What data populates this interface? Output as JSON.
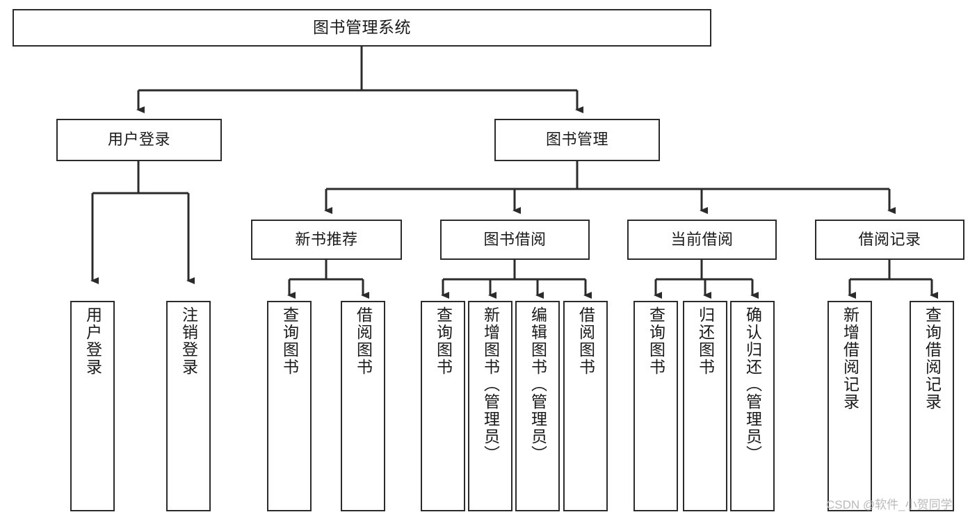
{
  "diagram": {
    "title": "图书管理系统",
    "type": "hierarchy-tree",
    "colors": {
      "background": "#ffffff",
      "node_border": "#2b2b2b",
      "node_fill": "#ffffff",
      "text": "#1a1a1a",
      "connector": "#2b2b2b",
      "watermark": "#b9b9b9"
    },
    "nodes": {
      "root": {
        "label": "图书管理系统"
      },
      "level2": [
        {
          "id": "user-login",
          "label": "用户登录"
        },
        {
          "id": "book-management",
          "label": "图书管理"
        }
      ],
      "level3": [
        {
          "id": "new-book-recommend",
          "label": "新书推荐"
        },
        {
          "id": "book-borrow",
          "label": "图书借阅"
        },
        {
          "id": "current-borrow",
          "label": "当前借阅"
        },
        {
          "id": "borrow-record",
          "label": "借阅记录"
        }
      ],
      "leaves": {
        "user-login": [
          {
            "id": "leaf-user-login",
            "label": "用户登录"
          },
          {
            "id": "leaf-user-logout",
            "label": "注销登录"
          }
        ],
        "new-book-recommend": [
          {
            "id": "leaf-query-book-1",
            "label": "查询图书"
          },
          {
            "id": "leaf-borrow-book-1",
            "label": "借阅图书"
          }
        ],
        "book-borrow": [
          {
            "id": "leaf-query-book-2",
            "label": "查询图书"
          },
          {
            "id": "leaf-add-book-admin",
            "label": "新增图书（管理员）"
          },
          {
            "id": "leaf-edit-book-admin",
            "label": "编辑图书（管理员）"
          },
          {
            "id": "leaf-borrow-book-2",
            "label": "借阅图书"
          }
        ],
        "current-borrow": [
          {
            "id": "leaf-query-book-3",
            "label": "查询图书"
          },
          {
            "id": "leaf-return-book",
            "label": "归还图书"
          },
          {
            "id": "leaf-confirm-return-admin",
            "label": "确认归还（管理员）"
          }
        ],
        "borrow-record": [
          {
            "id": "leaf-add-borrow-record",
            "label": "新增借阅记录"
          },
          {
            "id": "leaf-query-borrow-record",
            "label": "查询借阅记录"
          }
        ]
      }
    },
    "watermark": "CSDN @软件_小贺同学"
  }
}
